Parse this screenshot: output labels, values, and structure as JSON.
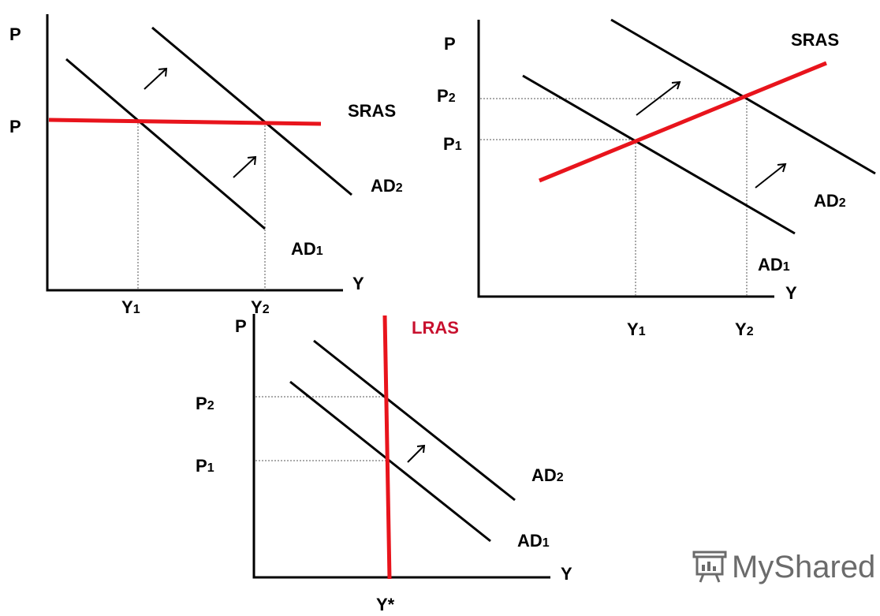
{
  "panels": {
    "top_left": {
      "y_axis_label": "P",
      "price_label": "P",
      "x_axis_label": "Y",
      "sras_label": "SRAS",
      "ad1": {
        "base": "AD",
        "sub": "1"
      },
      "ad2": {
        "base": "AD",
        "sub": "2"
      },
      "y1": {
        "base": "Y",
        "sub": "1"
      },
      "y2": {
        "base": "Y",
        "sub": "2"
      }
    },
    "top_right": {
      "y_axis_label": "P",
      "x_axis_label": "Y",
      "sras_label": "SRAS",
      "p1": {
        "base": "P",
        "sub": "1"
      },
      "p2": {
        "base": "P",
        "sub": "2"
      },
      "ad1": {
        "base": "AD",
        "sub": "1"
      },
      "ad2": {
        "base": "AD",
        "sub": "2"
      },
      "y1": {
        "base": "Y",
        "sub": "1"
      },
      "y2": {
        "base": "Y",
        "sub": "2"
      }
    },
    "bottom": {
      "y_axis_label": "P",
      "x_axis_label": "Y",
      "lras_label": "LRAS",
      "p1": {
        "base": "P",
        "sub": "1"
      },
      "p2": {
        "base": "P",
        "sub": "2"
      },
      "ad1": {
        "base": "AD",
        "sub": "1"
      },
      "ad2": {
        "base": "AD",
        "sub": "2"
      },
      "ystar": "Y*"
    }
  },
  "watermark": {
    "text": "MyShared",
    "color": "#6b6b6b"
  },
  "colors": {
    "supply_curve": "#e8141c",
    "lras_label": "#c8102e",
    "demand_curve": "#000000"
  }
}
